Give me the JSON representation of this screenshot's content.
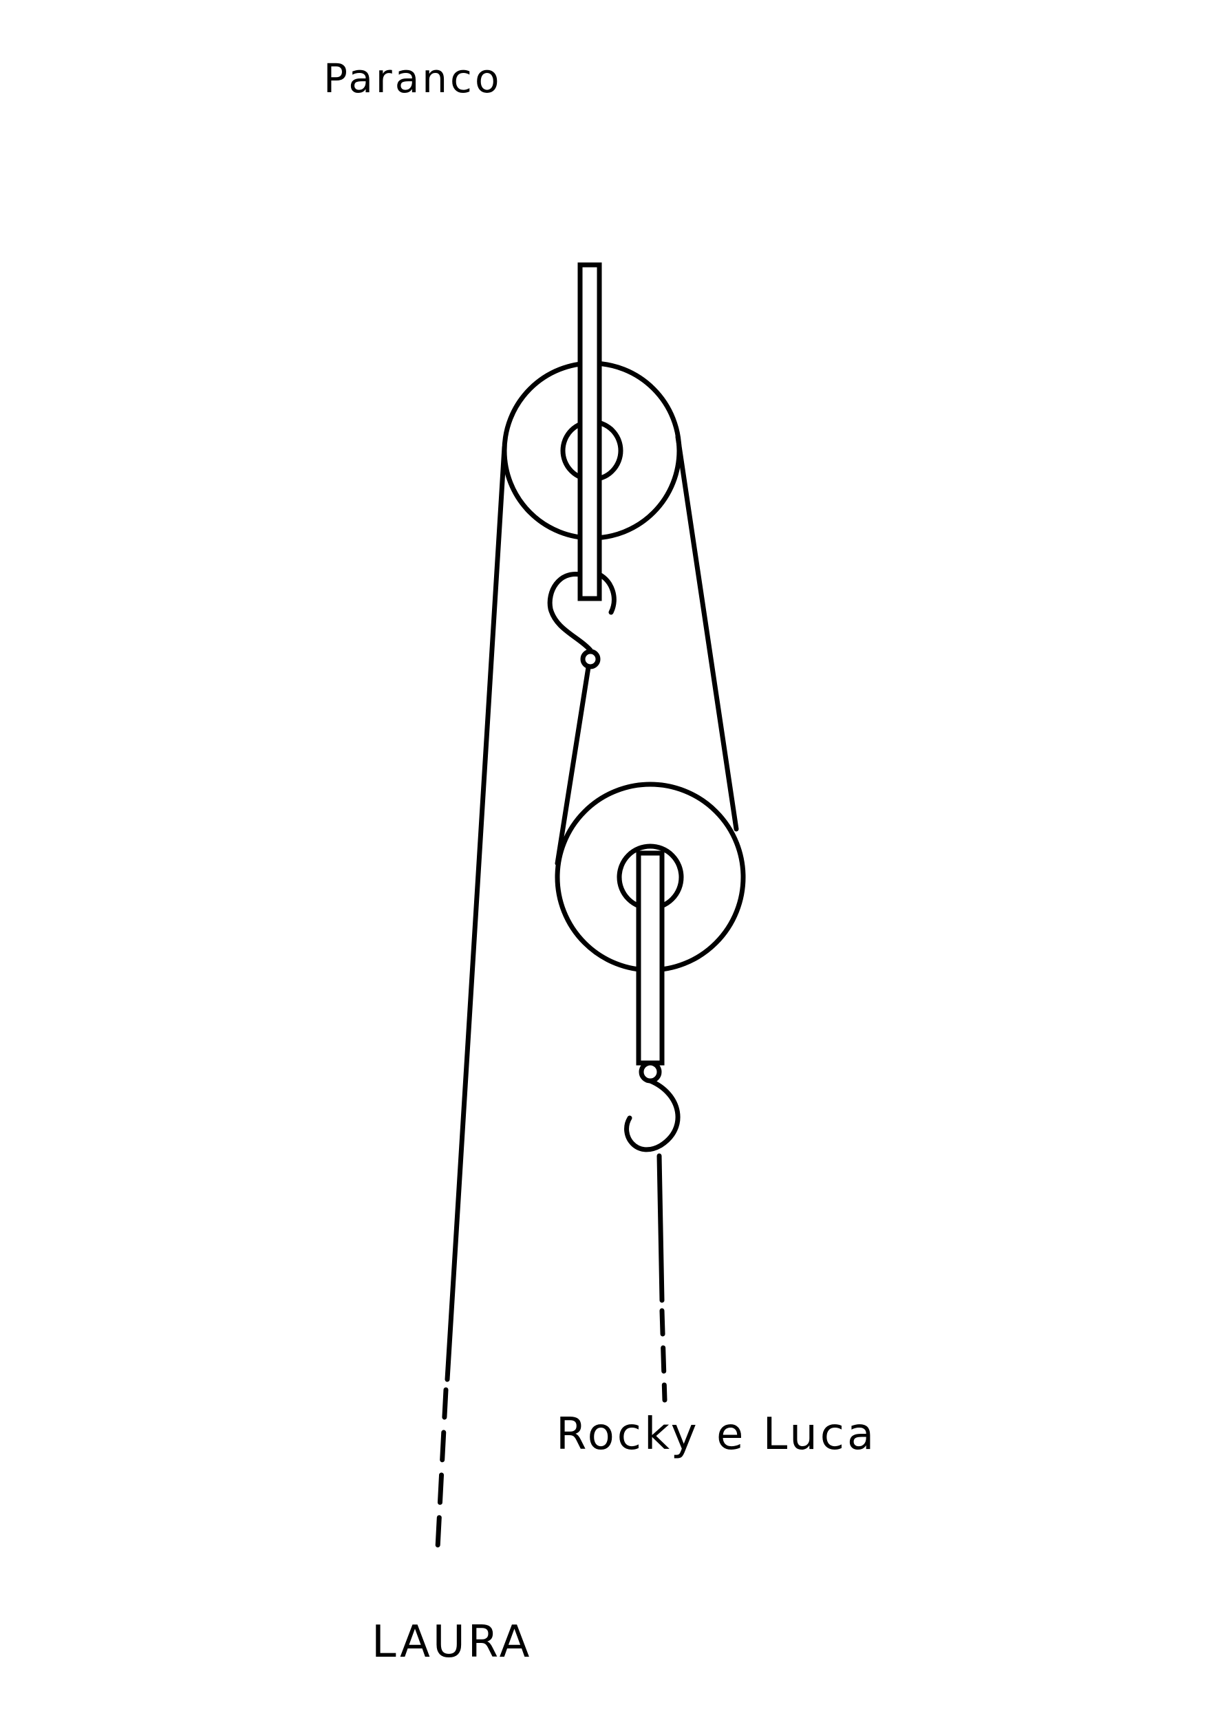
{
  "title": "Paranco",
  "labels": {
    "load": "Rocky e Luca",
    "puller": "LAURA"
  },
  "colors": {
    "ink": "#000000",
    "background": "#ffffff"
  }
}
